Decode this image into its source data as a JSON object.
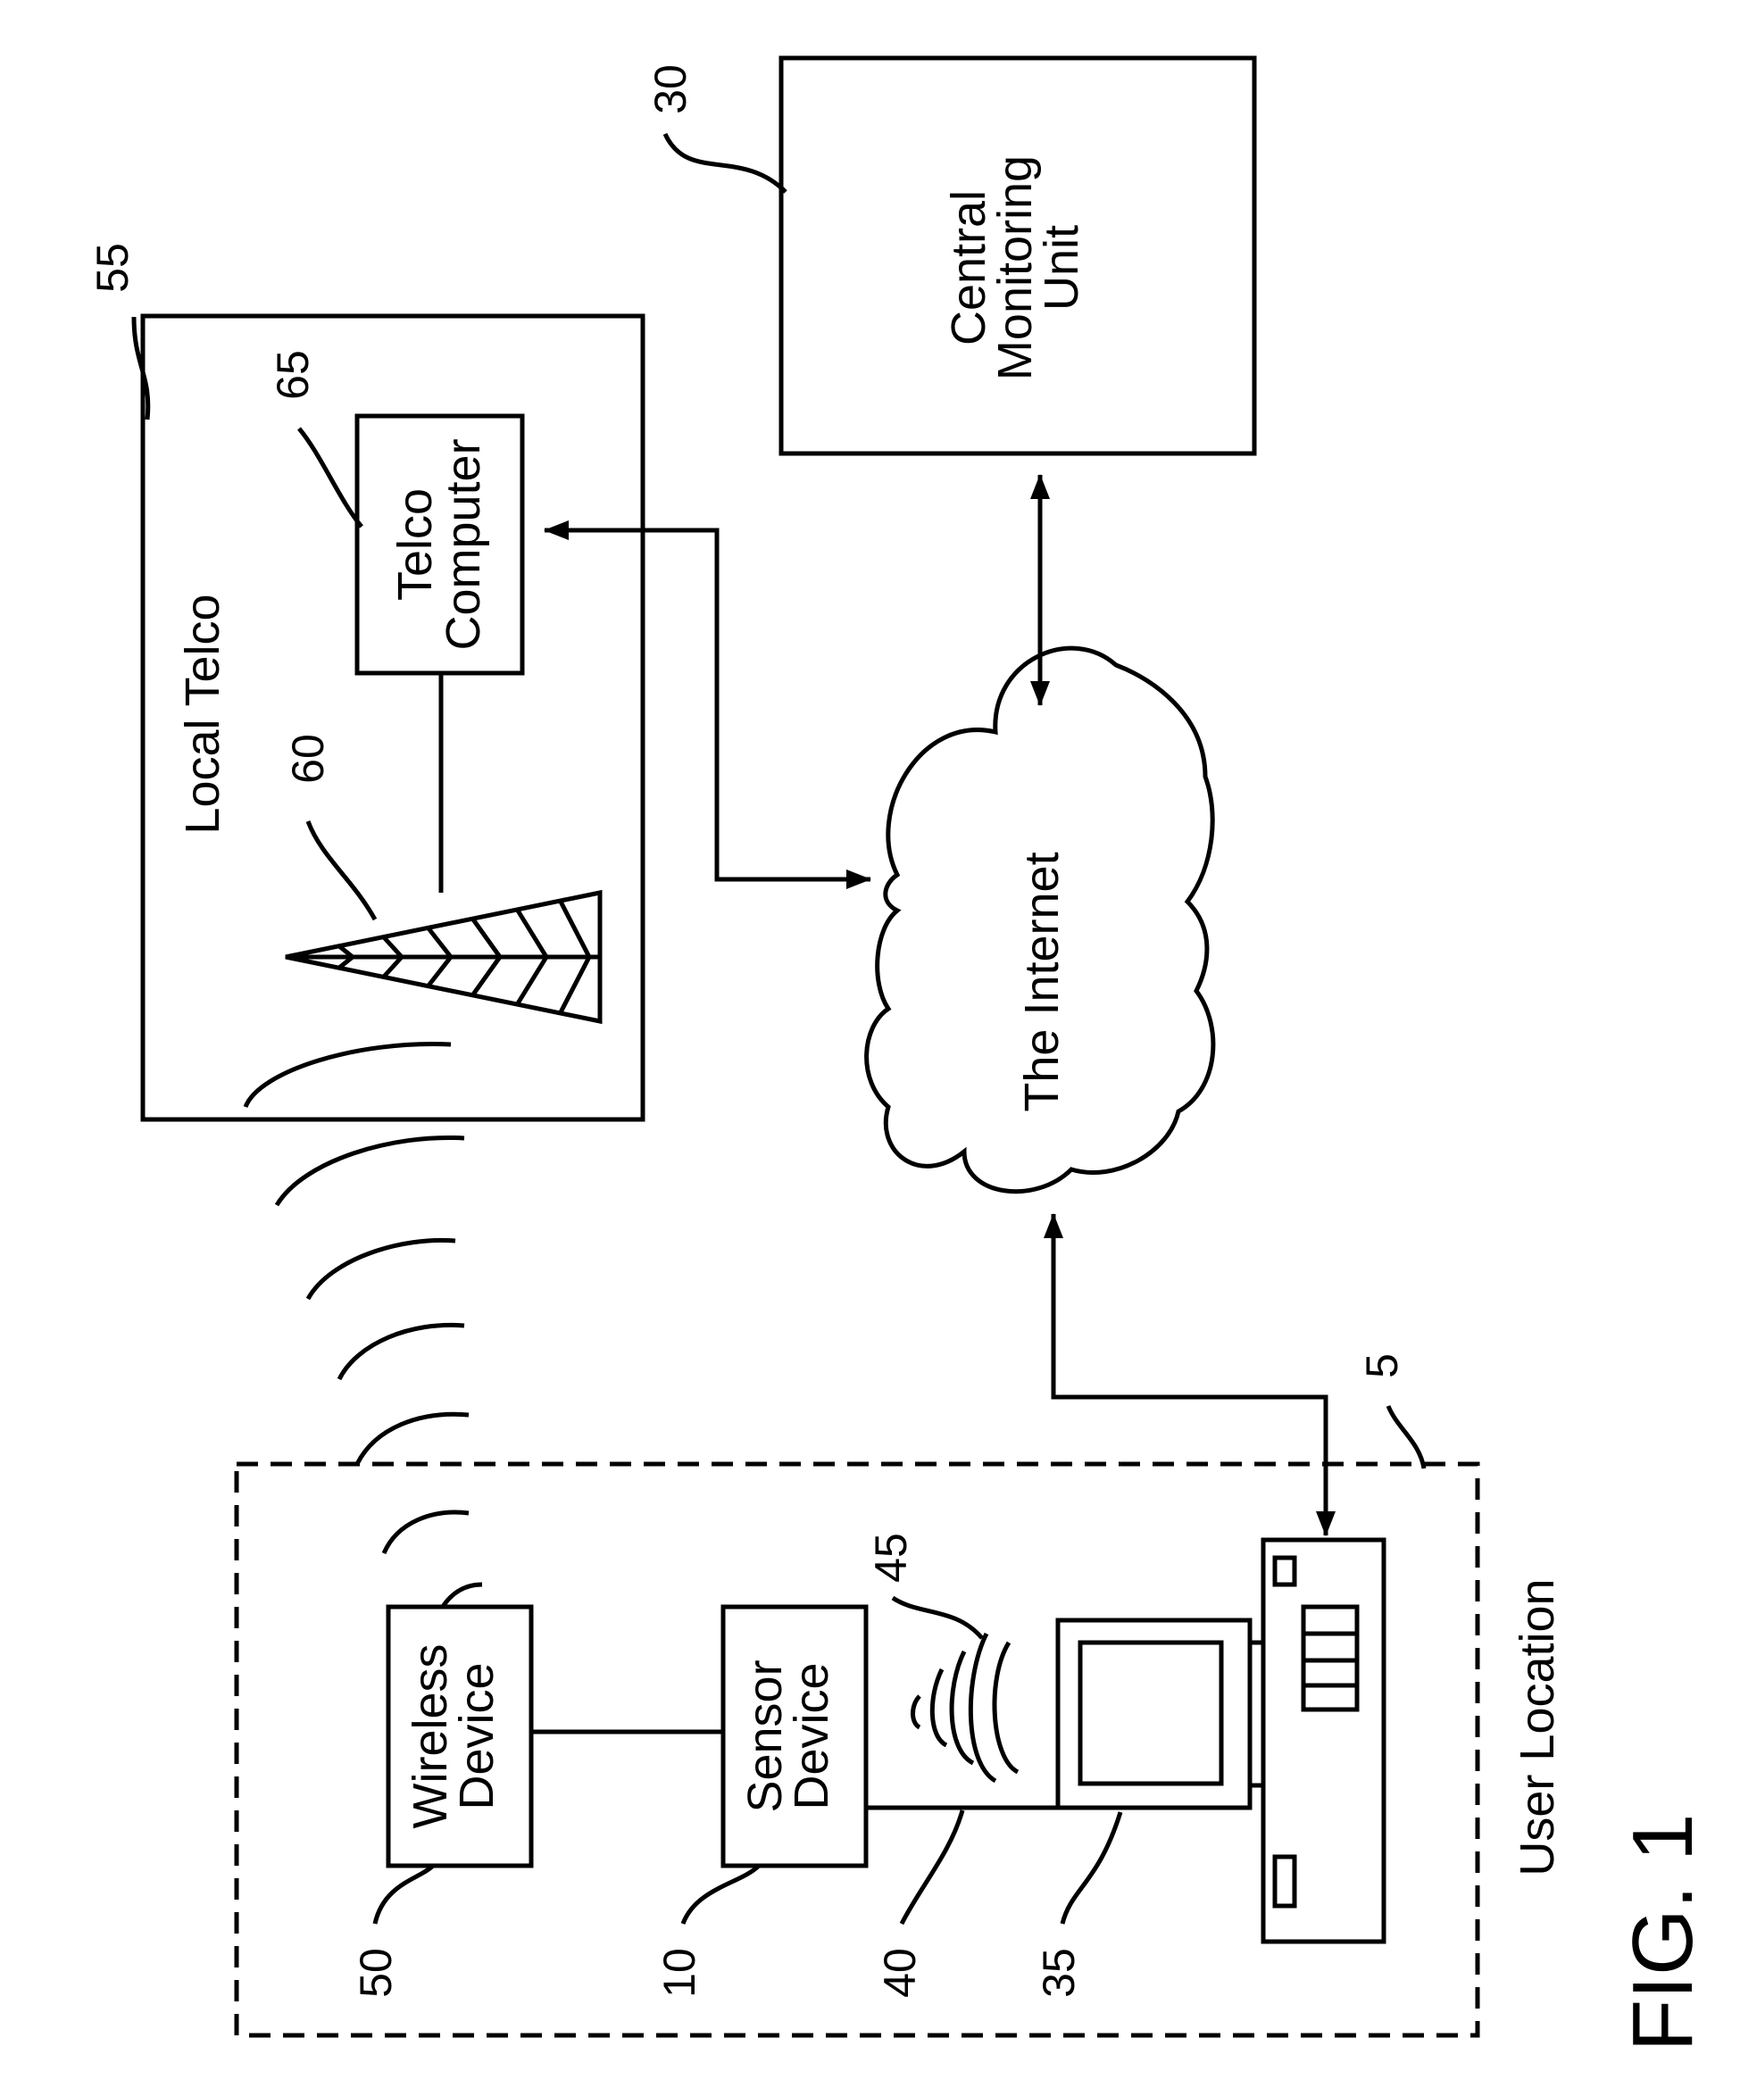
{
  "figure": {
    "label": "FIG. 1"
  },
  "boxes": {
    "local_telco": {
      "label": "Local Telco",
      "ref": "55"
    },
    "telco_computer": {
      "line1": "Telco",
      "line2": "Computer",
      "ref": "65"
    },
    "central_monitoring_unit": {
      "line1": "Central",
      "line2": "Monitoring",
      "line3": "Unit",
      "ref": "30"
    },
    "internet": {
      "label": "The Internet"
    },
    "user_location": {
      "label": "User Location",
      "ref": "5"
    },
    "wireless_device": {
      "line1": "Wireless",
      "line2": "Device",
      "ref": "50"
    },
    "sensor_device": {
      "line1": "Sensor",
      "line2": "Device",
      "ref": "10"
    }
  },
  "refs": {
    "antenna_tower": "60",
    "short_range_signal": "45",
    "cable": "40",
    "personal_computer": "35"
  }
}
